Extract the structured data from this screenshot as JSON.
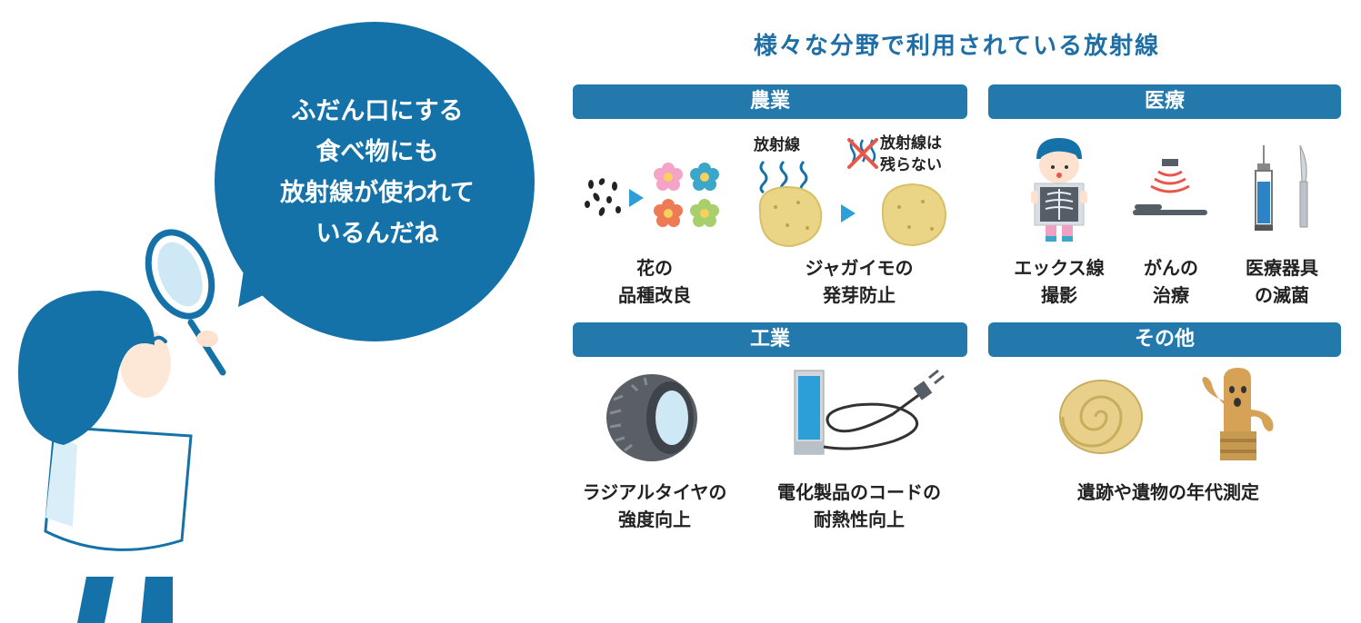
{
  "speech": {
    "lines": [
      "ふだん口にする",
      "食べ物にも",
      "放射線が使われて",
      "いるんだね"
    ]
  },
  "title": "様々な分野で利用されている放射線",
  "categories": {
    "agriculture": "農業",
    "medical": "医療",
    "industry": "工業",
    "other": "その他"
  },
  "agriculture": {
    "flower_label": [
      "花の",
      "品種改良"
    ],
    "potato_label": [
      "ジャガイモの",
      "発芽防止"
    ],
    "radiation_label": "放射線",
    "no_residue_label": [
      "放射線は",
      "残らない"
    ]
  },
  "medical": {
    "xray_label": [
      "エックス線",
      "撮影"
    ],
    "cancer_label": [
      "がんの",
      "治療"
    ],
    "sterilize_label": [
      "医療器具",
      "の滅菌"
    ]
  },
  "industry": {
    "tire_label": [
      "ラジアルタイヤの",
      "強度向上"
    ],
    "cord_label": [
      "電化製品のコードの",
      "耐熱性向上"
    ]
  },
  "other": {
    "dating_label": "遺跡や遺物の年代測定"
  },
  "colors": {
    "primary": "#1572a8",
    "bar": "#2378ac",
    "title": "#1f6fa6"
  }
}
